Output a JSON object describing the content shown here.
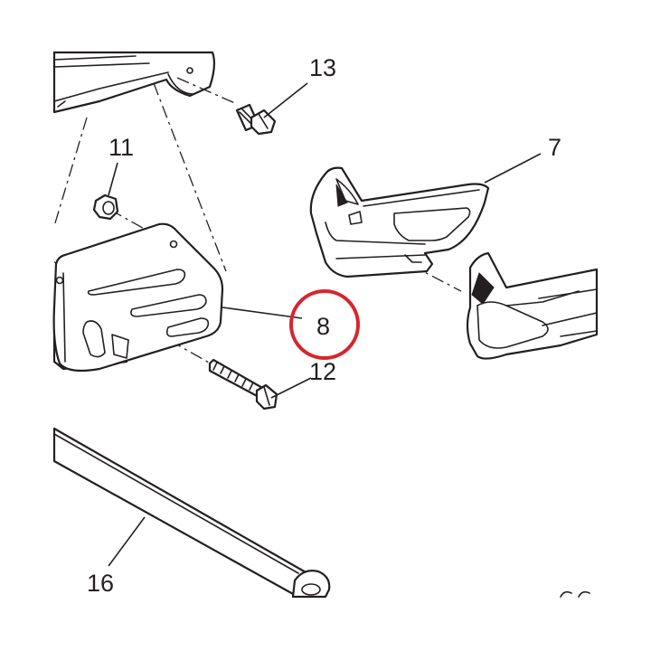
{
  "callouts": [
    {
      "id": "13",
      "label": "13"
    },
    {
      "id": "11",
      "label": "11"
    },
    {
      "id": "7",
      "label": "7"
    },
    {
      "id": "8",
      "label": "8"
    },
    {
      "id": "12",
      "label": "12"
    },
    {
      "id": "16",
      "label": "16"
    }
  ],
  "highlight": {
    "target": "8",
    "color": "#d6262d"
  },
  "colors": {
    "line": "#231f20",
    "background": "#ffffff"
  }
}
